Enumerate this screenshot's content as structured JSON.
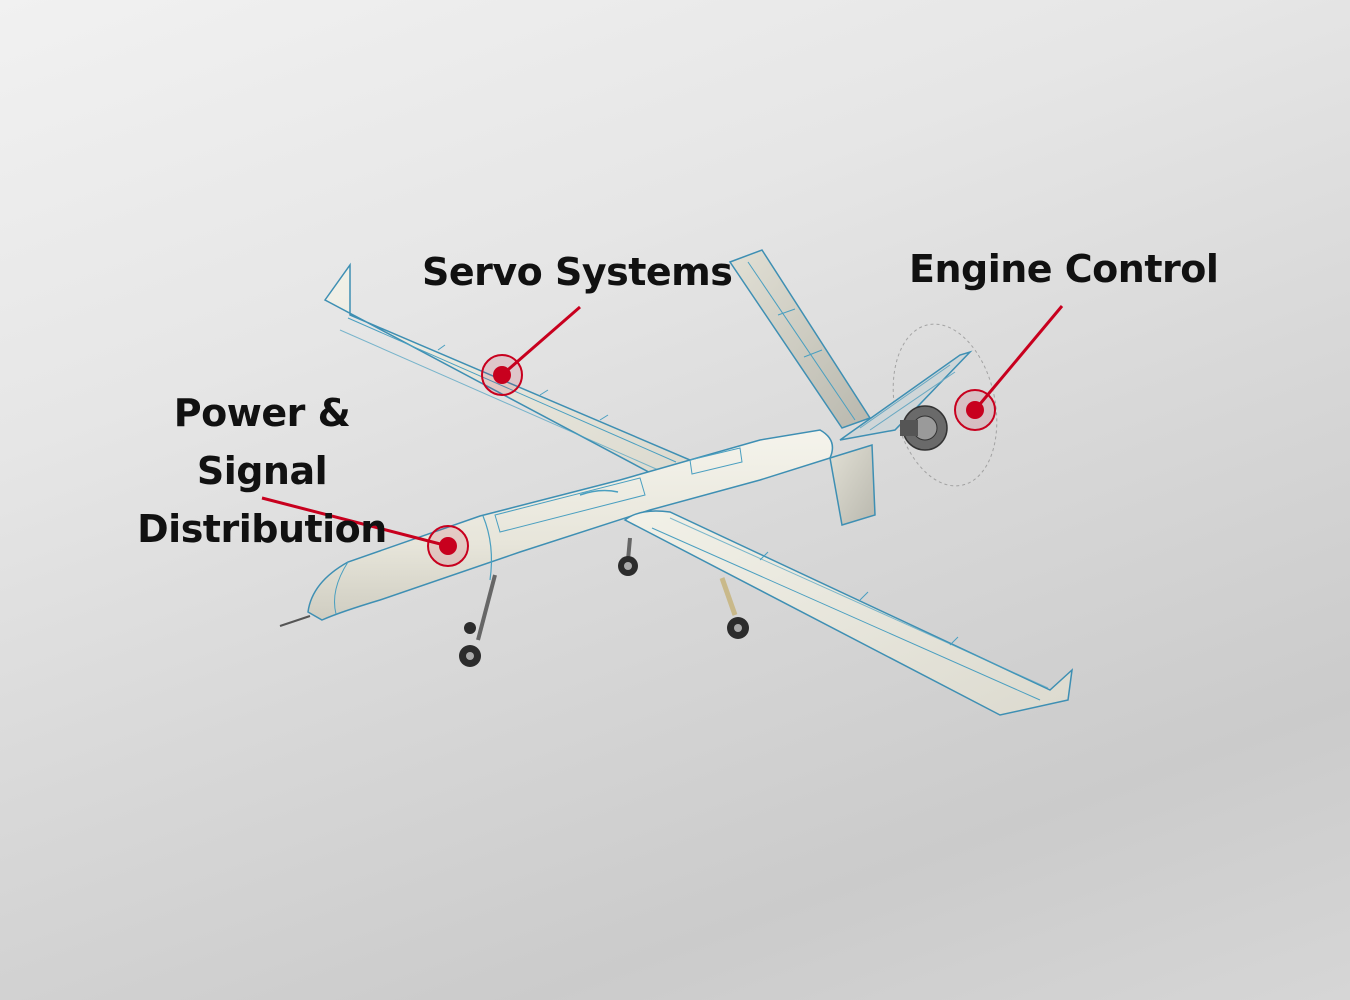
{
  "callouts": {
    "servo": {
      "label": "Servo Systems"
    },
    "engine": {
      "label": "Engine Control"
    },
    "power": {
      "line1": "Power & Signal",
      "line2": "Distribution"
    }
  },
  "colors": {
    "marker": "#c8001e",
    "leader": "#c8001e",
    "airframe": "#ecebe2",
    "panel_lines": "#4a9fc0",
    "label_text": "#111111"
  }
}
